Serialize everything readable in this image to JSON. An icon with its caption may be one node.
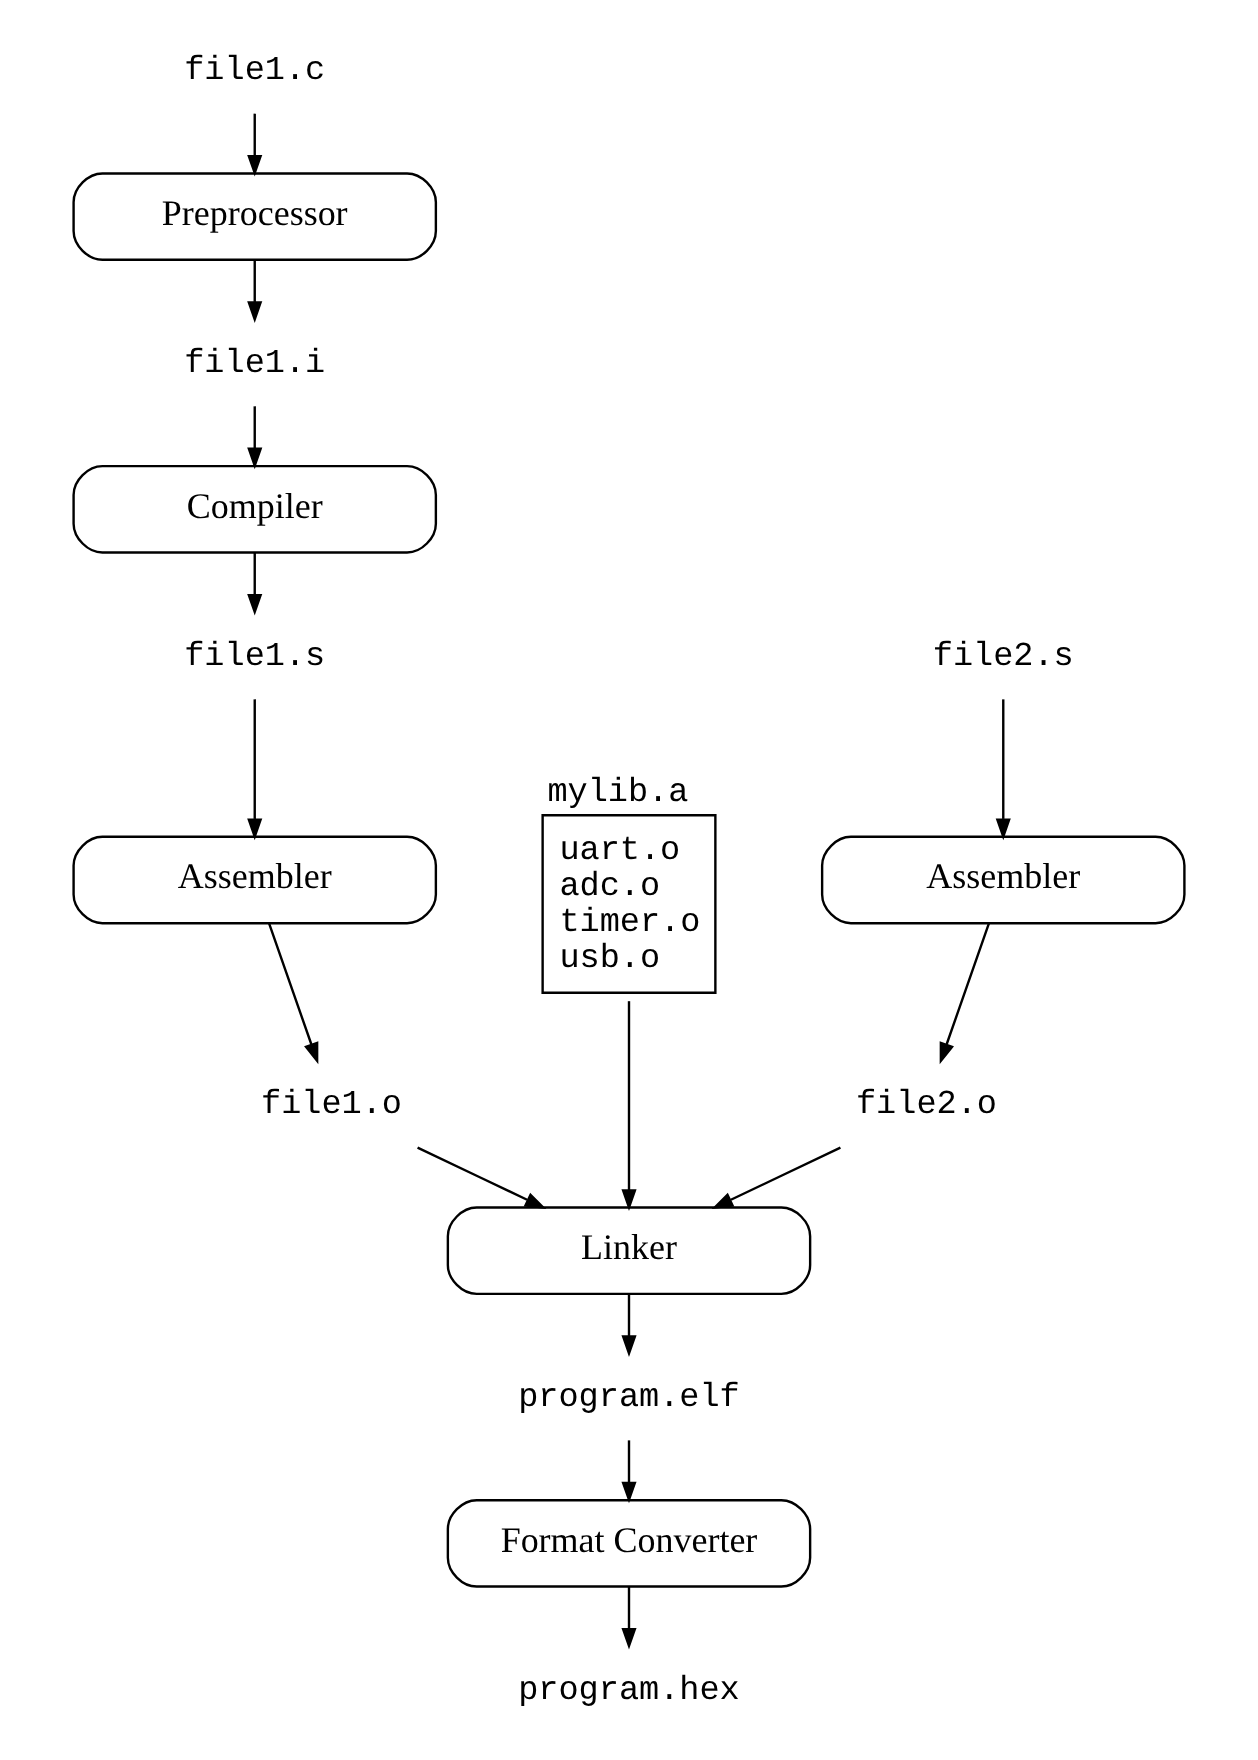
{
  "diagram": {
    "nodes": [
      {
        "text": [
          "file1.c"
        ]
      },
      {
        "text": [
          "Preprocessor"
        ]
      },
      {
        "text": [
          "file1.i"
        ]
      },
      {
        "text": [
          "Compiler"
        ]
      },
      {
        "text": [
          "file1.s"
        ]
      },
      {
        "text": [
          "file2.s"
        ]
      },
      {
        "text": [
          "Assembler"
        ]
      },
      {
        "text": [
          "Assembler"
        ]
      },
      {
        "text": [
          "mylib.a",
          "uart.o",
          "adc.o",
          "timer.o",
          "usb.o"
        ]
      },
      {
        "text": [
          "file1.o"
        ]
      },
      {
        "text": [
          "file2.o"
        ]
      },
      {
        "text": [
          "Linker"
        ]
      },
      {
        "text": [
          "program.elf"
        ]
      },
      {
        "text": [
          "Format Converter"
        ]
      },
      {
        "text": [
          "program.hex"
        ]
      }
    ],
    "edges": [
      {
        "from": 0,
        "to": 1,
        "arrow": "to"
      },
      {
        "from": 1,
        "to": 2,
        "arrow": "to"
      },
      {
        "from": 2,
        "to": 3,
        "arrow": "to"
      },
      {
        "from": 3,
        "to": 4,
        "arrow": "to"
      },
      {
        "from": 4,
        "to": 6,
        "arrow": "to"
      },
      {
        "from": 5,
        "to": 7,
        "arrow": "to"
      },
      {
        "from": 6,
        "to": 9,
        "arrow": "to"
      },
      {
        "from": 7,
        "to": 10,
        "arrow": "to"
      },
      {
        "from": 9,
        "to": 11,
        "arrow": "to"
      },
      {
        "from": 10,
        "to": 11,
        "arrow": "to"
      },
      {
        "from": 8,
        "to": 11,
        "arrow": "to"
      },
      {
        "from": 11,
        "to": 12,
        "arrow": "to"
      },
      {
        "from": 12,
        "to": 13,
        "arrow": "to"
      },
      {
        "from": 13,
        "to": 14,
        "arrow": "to"
      }
    ]
  }
}
